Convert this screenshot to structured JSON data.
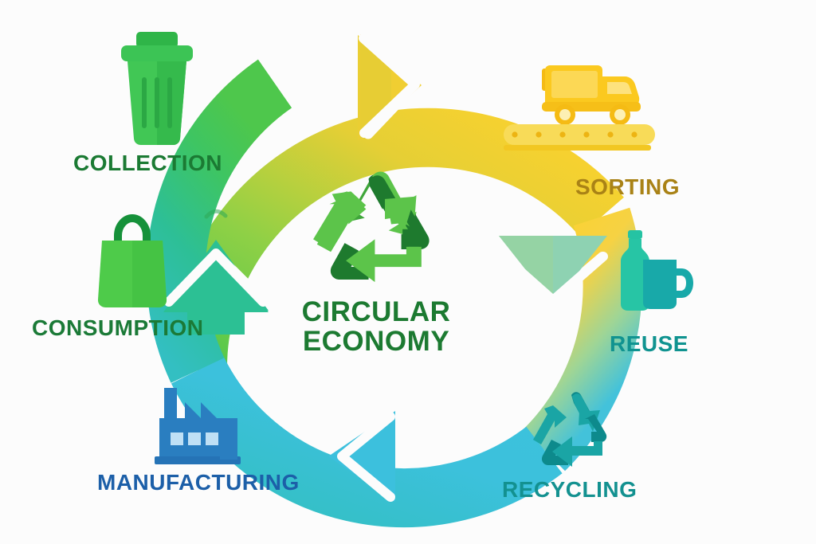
{
  "diagram": {
    "title_lines": [
      "CIRCULAR",
      "ECONOMY"
    ],
    "center_icon": "recycling-symbol-icon",
    "background_color": "#fcfcfc"
  },
  "ring": {
    "description": "Circular clockwise arrow loop with four arrowheads",
    "arrowheads": [
      "top-right-chevron",
      "right-down",
      "bottom-left",
      "left-up"
    ],
    "gradient_stops": [
      {
        "position": "top-left",
        "color": "#5fcc4a"
      },
      {
        "position": "top",
        "color": "#8fd243"
      },
      {
        "position": "top-right",
        "color": "#fcd22e"
      },
      {
        "position": "right",
        "color": "#f6cf32"
      },
      {
        "position": "right-lower",
        "color": "#7fd0a8"
      },
      {
        "position": "bottom-right",
        "color": "#3cc3dc"
      },
      {
        "position": "bottom",
        "color": "#3fc0dd"
      },
      {
        "position": "bottom-left",
        "color": "#33bfc4"
      },
      {
        "position": "left",
        "color": "#2fbf95"
      },
      {
        "position": "left-upper",
        "color": "#45c86a"
      }
    ]
  },
  "nodes": [
    {
      "id": "collection",
      "label": "COLLECTION",
      "icon": "trash-bin-icon",
      "color": "#1b7a33",
      "icon_colors": {
        "body": "#3fc755",
        "dark": "#2fb34a",
        "lid": "#2fb548",
        "lines": "#2aa943"
      }
    },
    {
      "id": "sorting",
      "label": "SORTING",
      "icon": "truck-on-conveyor-icon",
      "color": "#a98216",
      "icon_colors": {
        "body": "#fcc920",
        "light": "#fbdc6a",
        "pale": "#fdf0b0",
        "belt": "#f7d94f",
        "belt_edge": "#f0c01f"
      },
      "conveyor_dots": 6
    },
    {
      "id": "reuse",
      "label": "REUSE",
      "icon": "bottle-and-mug-icon",
      "color": "#109390",
      "icon_colors": {
        "bottle": "#23c1a3",
        "mug": "#18a8a8"
      }
    },
    {
      "id": "recycling",
      "label": "RECYCLING",
      "icon": "recycling-arrows-icon",
      "color": "#139190",
      "icon_colors": {
        "light": "#1aa5a5",
        "dark": "#0d8a8c"
      }
    },
    {
      "id": "manufacturing",
      "label": "MANUFACTURING",
      "icon": "factory-icon",
      "color": "#1c5fa8",
      "icon_colors": {
        "body": "#2a7ec0",
        "dark": "#2470b4",
        "windows": "#bfe0f5"
      }
    },
    {
      "id": "consumption",
      "label": "CONSUMPTION",
      "icon": "shopping-bag-icon",
      "color": "#1b7a37",
      "icon_colors": {
        "bag": "#4ecb4a",
        "bag_dark": "#3fbc41",
        "handle": "#16913a"
      }
    }
  ],
  "center_symbol_colors": {
    "light_green": "#5cc44a",
    "mid_green": "#3fa63a",
    "dark_green": "#177a2d"
  }
}
